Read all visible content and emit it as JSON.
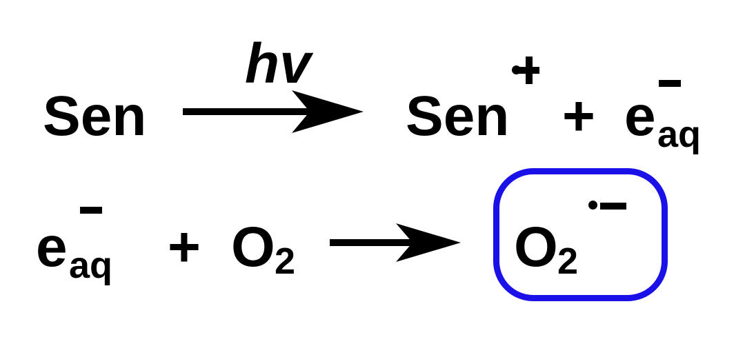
{
  "reaction1": {
    "reactant": "Sen",
    "condition": "hv",
    "product_species": "Sen",
    "plus": "+",
    "electron_symbol": "e",
    "electron_subscript": "aq"
  },
  "reaction2": {
    "electron_symbol": "e",
    "electron_subscript": "aq",
    "plus": "+",
    "oxygen_symbol": "O",
    "oxygen_subscript": "2",
    "product_symbol": "O",
    "product_subscript": "2"
  },
  "colors": {
    "text": "#000000",
    "highlight_box": "#1a10e8"
  }
}
